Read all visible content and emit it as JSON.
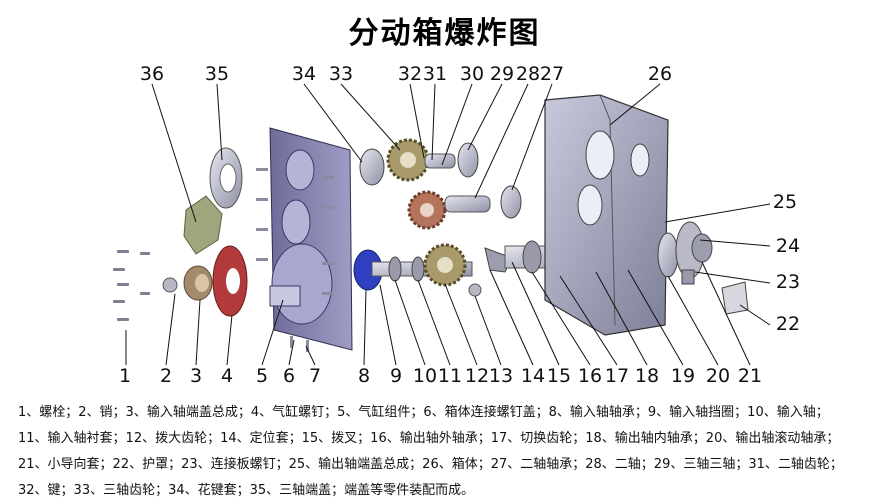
{
  "title": "分动箱爆炸图",
  "callouts": [
    {
      "id": "1",
      "label": "1"
    },
    {
      "id": "2",
      "label": "2"
    },
    {
      "id": "3",
      "label": "3"
    },
    {
      "id": "4",
      "label": "4"
    },
    {
      "id": "5",
      "label": "5"
    },
    {
      "id": "6",
      "label": "6"
    },
    {
      "id": "7",
      "label": "7"
    },
    {
      "id": "8",
      "label": "8"
    },
    {
      "id": "9",
      "label": "9"
    },
    {
      "id": "10",
      "label": "10"
    },
    {
      "id": "11",
      "label": "11"
    },
    {
      "id": "12",
      "label": "12"
    },
    {
      "id": "13",
      "label": "13"
    },
    {
      "id": "14",
      "label": "14"
    },
    {
      "id": "15",
      "label": "15"
    },
    {
      "id": "16",
      "label": "16"
    },
    {
      "id": "17",
      "label": "17"
    },
    {
      "id": "18",
      "label": "18"
    },
    {
      "id": "19",
      "label": "19"
    },
    {
      "id": "20",
      "label": "20"
    },
    {
      "id": "21",
      "label": "21"
    },
    {
      "id": "22",
      "label": "22"
    },
    {
      "id": "23",
      "label": "23"
    },
    {
      "id": "24",
      "label": "24"
    },
    {
      "id": "25",
      "label": "25"
    },
    {
      "id": "26",
      "label": "26"
    },
    {
      "id": "27",
      "label": "27"
    },
    {
      "id": "28",
      "label": "28"
    },
    {
      "id": "29",
      "label": "29"
    },
    {
      "id": "30",
      "label": "30"
    },
    {
      "id": "31",
      "label": "31"
    },
    {
      "id": "32",
      "label": "32"
    },
    {
      "id": "33",
      "label": "33"
    },
    {
      "id": "34",
      "label": "34"
    },
    {
      "id": "35",
      "label": "35"
    },
    {
      "id": "36",
      "label": "36"
    }
  ],
  "legend": {
    "line1": "1、螺栓；2、销；3、输入轴端盖总成；4、气缸螺钉；5、气缸组件；6、箱体连接螺钉盖；8、输入轴轴承；9、输入轴挡圈；10、输入轴；",
    "line2": "11、输入轴衬套；12、拨大齿轮；14、定位套；15、拨叉；16、输出轴外轴承；17、切换齿轮；18、输出轴内轴承；20、输出轴滚动轴承；",
    "line3": "21、小导向套；22、护罩；23、连接板螺钉；25、输出轴端盖总成；26、箱体；27、二轴轴承；28、二轴；29、三轴三轴；31、二轴齿轮；",
    "line4": "32、键；33、三轴齿轮；34、花键套；35、三轴端盖；端盖等零件装配而成。"
  }
}
